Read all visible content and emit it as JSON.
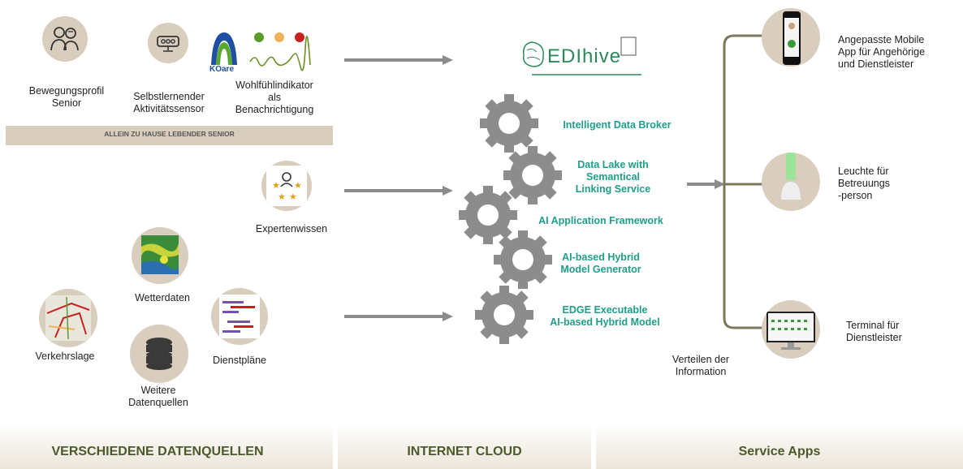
{
  "sources": {
    "bewegungsprofil": "Bewegungsprofil\nSenior",
    "aktivitaetssensor": "Selbstlernender\nAktivitätssensor",
    "kocare_logo": "KOare",
    "wohlfuehl": "Wohlfühlindikator\nals\nBenachrichtigung",
    "senior_banner": "ALLEIN ZU HAUSE LEBENDER SENIOR",
    "expertenwissen": "Expertenwissen",
    "wetterdaten": "Wetterdaten",
    "verkehrslage": "Verkehrslage",
    "weitere": "Weitere\nDatenquellen",
    "dienstplaene": "Dienstpläne"
  },
  "cloud": {
    "logo_text": "EDIhive",
    "components": [
      "Intelligent Data Broker",
      "Data Lake with\nSemantical\nLinking Service",
      "AI Application Framework",
      "AI-based Hybrid\nModel Generator",
      "EDGE Executable\nAI-based Hybrid Model"
    ]
  },
  "apps": {
    "mobile": "Angepasste Mobile\nApp für Angehörige\nund Dienstleister",
    "leuchte": "Leuchte für\nBetreuungs\n-person",
    "terminal": "Terminal für\nDienstleister",
    "verteilen": "Verteilen der\nInformation"
  },
  "footer": {
    "left": "VERSCHIEDENE DATENQUELLEN",
    "middle": "INTERNET CLOUD",
    "right": "Service Apps"
  },
  "colors": {
    "circle": "#d9cdbd",
    "teal": "#1f9e8a",
    "arrow": "#8c8c8c",
    "footer_text": "#4a5a2a"
  }
}
